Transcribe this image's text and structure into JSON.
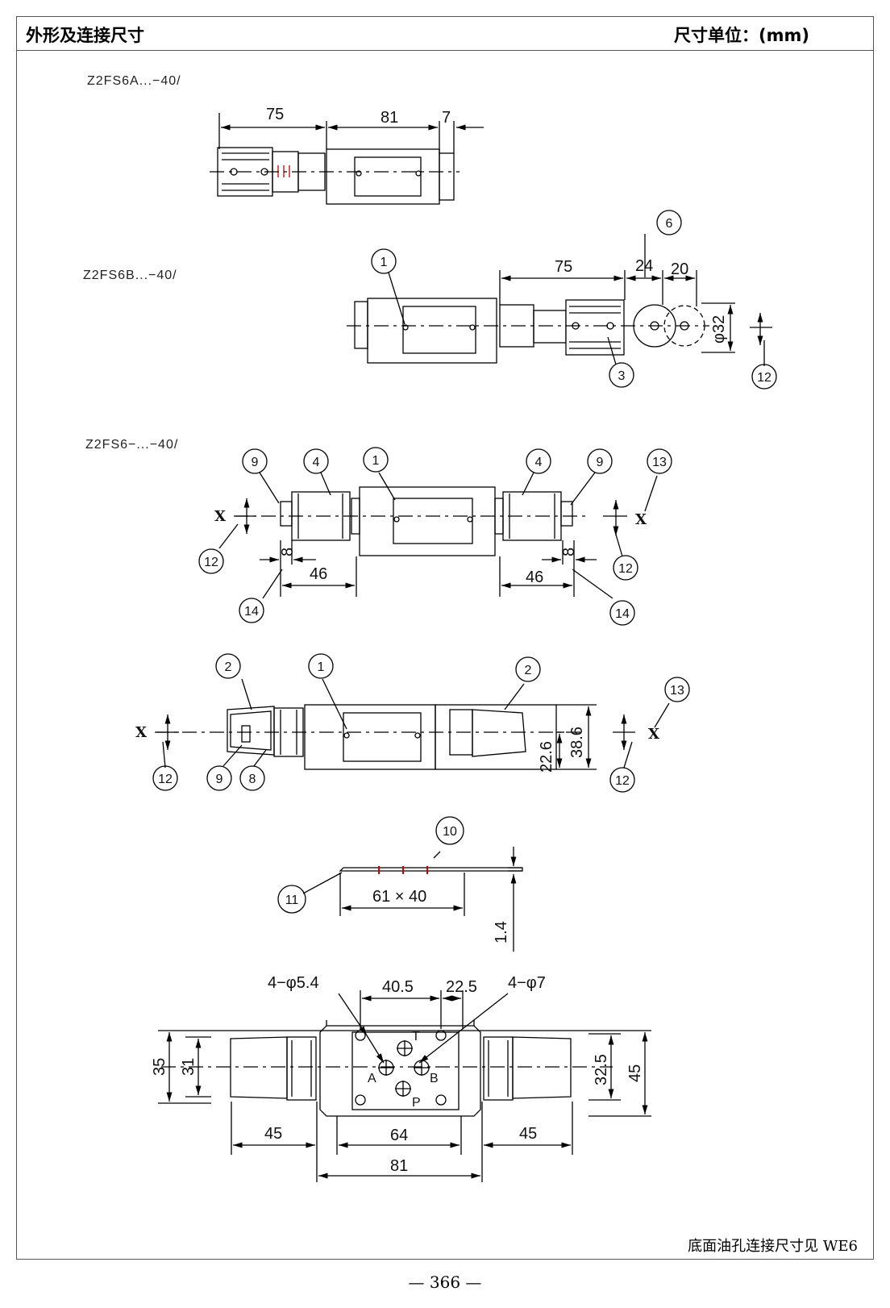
{
  "header": {
    "title": "外形及连接尺寸",
    "unit": "尺寸单位：(mm)"
  },
  "footer": {
    "note": "底面油孔连接尺寸见 WE6",
    "page": "— 366 —"
  },
  "views": {
    "a": {
      "label": "Z2FS6A...−40/",
      "dims": [
        "75",
        "81",
        "7"
      ]
    },
    "b": {
      "label": "Z2FS6B...−40/",
      "dims": [
        "75",
        "24",
        "20",
        "φ32"
      ],
      "balloons": [
        "1",
        "6",
        "3",
        "12"
      ]
    },
    "c": {
      "label": "Z2FS6−...−40/",
      "dims": [
        "8",
        "46",
        "8",
        "46"
      ],
      "balloons": [
        "9",
        "4",
        "1",
        "4",
        "9",
        "13",
        "12",
        "12",
        "14",
        "14"
      ],
      "axis_labels": [
        "X",
        "X"
      ]
    },
    "d": {
      "dims": [
        "22.6",
        "38.6"
      ],
      "balloons": [
        "2",
        "1",
        "2",
        "13",
        "12",
        "9",
        "8",
        "12"
      ],
      "axis_labels": [
        "X",
        "X"
      ]
    },
    "e": {
      "dims": [
        "61 × 40",
        "1.4"
      ],
      "balloons": [
        "10",
        "11"
      ]
    },
    "f": {
      "dims": [
        "4−φ5.4",
        "40.5",
        "22.5",
        "4−φ7",
        "35",
        "31",
        "32.5",
        "45",
        "45",
        "64",
        "45",
        "81"
      ],
      "ports": [
        "T",
        "A",
        "B",
        "P"
      ]
    }
  }
}
